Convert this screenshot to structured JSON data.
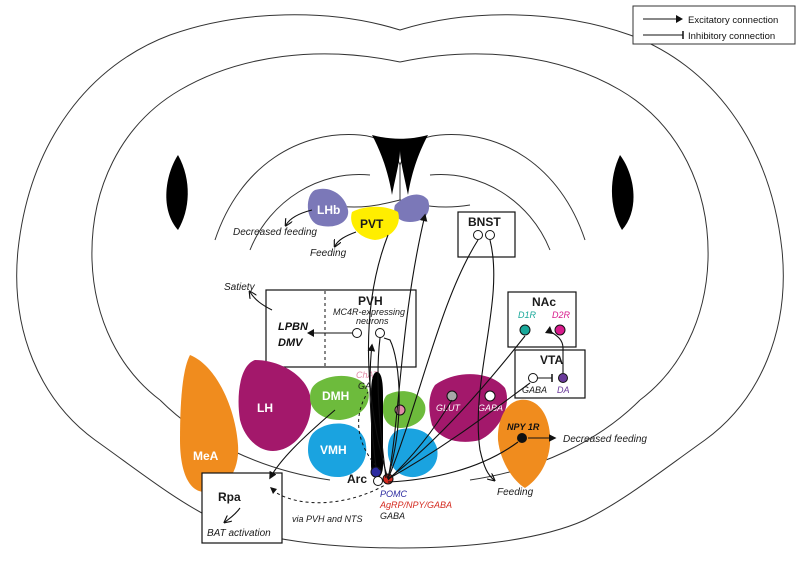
{
  "legend": {
    "excitatory": "Excitatory connection",
    "inhibitory": "Inhibitory connection"
  },
  "regions": {
    "lhb": "LHb",
    "pvt": "PVT",
    "bnst": "BNST",
    "pvh": "PVH",
    "pvh_sub": "MC4R-expressing neurons",
    "lpbn": "LPBN",
    "dmv": "DMV",
    "nac": "NAc",
    "d1r": "D1R",
    "d2r": "D2R",
    "vta": "VTA",
    "vta_gaba": "GABA",
    "vta_da": "DA",
    "lh": "LH",
    "dmh": "DMH",
    "vmh": "VMH",
    "mea": "MeA",
    "arc": "Arc",
    "rpa": "Rpa"
  },
  "labels": {
    "decreased_feeding_lhb": "Decreased feeding",
    "feeding_pvt": "Feeding",
    "satiety": "Satiety",
    "chat": "ChAT",
    "gaba_chat": "GABA",
    "glut": "GLUT",
    "gaba_lh": "GABA",
    "npy1r": "NPY 1R",
    "decreased_feeding_right": "Decreased feeding",
    "feeding_bottom": "Feeding",
    "pomc": "POMC",
    "agrp": "AgRP/NPY/GABA",
    "gaba_arc": "GABA",
    "via": "via PVH and NTS",
    "bat": "BAT activation"
  },
  "colors": {
    "purple_lhb": "#7b78b8",
    "yellow_pvt": "#ffee00",
    "magenta_lh": "#a3186b",
    "green_dmh": "#6dbb3c",
    "blue_vmh": "#1aa3e0",
    "orange_mea": "#f08c1e",
    "d1r_teal": "#19a89a",
    "d2r_magenta": "#d81b8c",
    "da_purple": "#6a3a9a",
    "agrp_red": "#d42a1f",
    "pomc_blue": "#2b2aa0",
    "chat_pink": "#e08aa6"
  }
}
